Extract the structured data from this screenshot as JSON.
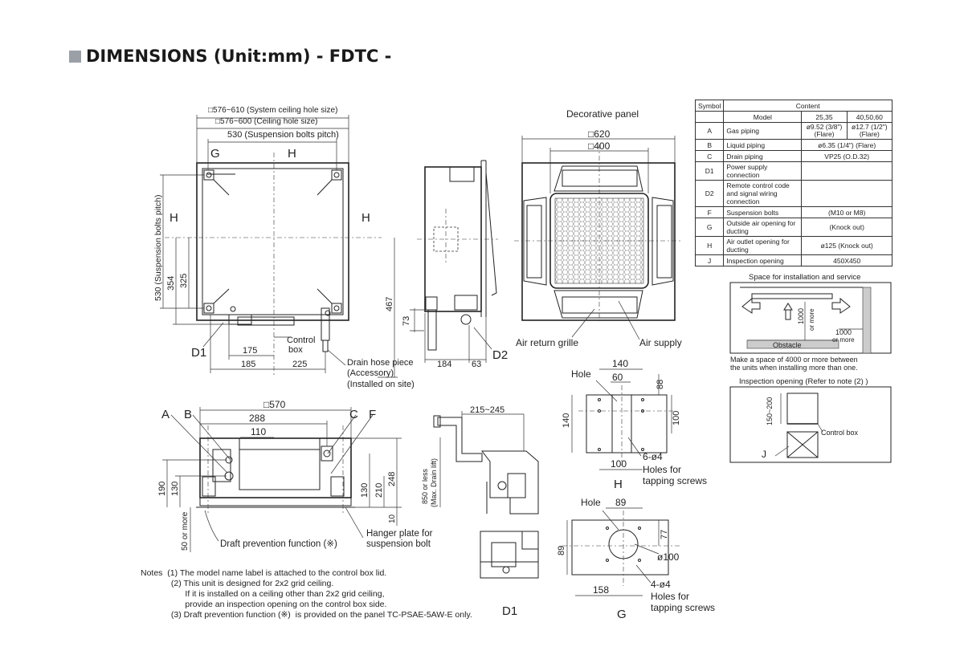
{
  "title": "DIMENSIONS (Unit:mm)  - FDTC -",
  "table": {
    "header": [
      "Symbol",
      "Content"
    ],
    "model_row": [
      "Model",
      "25,35",
      "40,50,60"
    ],
    "rows": [
      {
        "symbol": "A",
        "desc": "Gas piping",
        "v1": "ø9.52 (3/8\")\n(Flare)",
        "v2": "ø12.7 (1/2\")\n(Flare)"
      },
      {
        "symbol": "B",
        "desc": "Liquid piping",
        "v": "ø6.35 (1/4\")  (Flare)"
      },
      {
        "symbol": "C",
        "desc": "Drain piping",
        "v": "VP25 (O.D.32)"
      },
      {
        "symbol": "D1",
        "desc": "Power supply connection",
        "v": ""
      },
      {
        "symbol": "D2",
        "desc": "Remote control code and signal wiring connection",
        "v": ""
      },
      {
        "symbol": "F",
        "desc": "Suspension bolts",
        "v": "(M10 or M8)"
      },
      {
        "symbol": "G",
        "desc": "Outside air opening for ducting",
        "v": "(Knock out)"
      },
      {
        "symbol": "H",
        "desc": "Air outlet opening for ducting",
        "v": "ø125 (Knock out)"
      },
      {
        "symbol": "J",
        "desc": "Inspection opening",
        "v": "450X450"
      }
    ]
  },
  "service": {
    "title": "Space for installation and service",
    "d1000": "1000",
    "ormore": "or more",
    "d1000b": "1000",
    "ormore2": "or more",
    "obstacle": "Obstacle",
    "note": "Make a space of 4000 or more between the units when installing more than one."
  },
  "inspection": {
    "title": "Inspection opening (Refer to note (2) )",
    "range": "150~200",
    "control_box": "Control box",
    "j": "J"
  },
  "top_view": {
    "dim1": "□576~610 (System ceiling hole size)",
    "dim2": "□576~600 (Ceiling hole size)",
    "dim3": "530 (Suspension bolts pitch)",
    "side_dim": "530 (Suspension bolts pitch)",
    "d354": "354",
    "d325": "325",
    "d467": "467",
    "d175": "175",
    "d185": "185",
    "d225": "225",
    "g": "G",
    "h1": "H",
    "h2": "H",
    "h3": "H",
    "d1": "D1",
    "control_box": "Control\nbox",
    "drain1": "Drain hose piece",
    "drain2": "(Accessory)",
    "drain3": "(Installed on site)"
  },
  "side_view": {
    "d73": "73",
    "d184": "184",
    "d63": "63",
    "d2": "D2"
  },
  "panel": {
    "title": "Decorative panel",
    "d620": "□620",
    "d400": "□400",
    "return": "Air return grille",
    "supply": "Air supply"
  },
  "front_view": {
    "d570": "□570",
    "d288": "288",
    "d110": "110",
    "a": "A",
    "b": "B",
    "c": "C",
    "f": "F",
    "d190": "190",
    "d130": "130",
    "d130b": "130",
    "d210": "210",
    "d248": "248",
    "d10": "10",
    "ormore": "50 or more",
    "draft": "Draft prevention function (※)",
    "hanger1": "Hanger plate for",
    "hanger2": "suspension bolt"
  },
  "drain_view": {
    "d215": "215~245",
    "d850": "850 or less",
    "d850b": "(Max. Drain lift)"
  },
  "h_detail": {
    "hole": "Hole",
    "d140": "140",
    "d60": "60",
    "d88": "88",
    "d140v": "140",
    "d100": "100",
    "d100b": "100",
    "holes": "6-ø4",
    "tap1": "Holes for",
    "tap2": "tapping screws",
    "h": "H"
  },
  "g_detail": {
    "hole": "Hole",
    "d89": "89",
    "d89v": "89",
    "d77": "77",
    "d100": "ø100",
    "d158": "158",
    "holes": "4-ø4",
    "tap1": "Holes for",
    "tap2": "tapping screws",
    "g": "G"
  },
  "d1_label": "D1",
  "notes": [
    "Notes  (1) The model name label is attached to the control box lid.",
    "             (2) This unit is designed for 2x2 grid ceiling.",
    "                   If it is installed on a ceiling other than 2x2 grid ceiling,",
    "                   provide an inspection opening on the control box side.",
    "             (3) Draft prevention function (※)  is provided on the panel TC-PSAE-5AW-E only."
  ]
}
